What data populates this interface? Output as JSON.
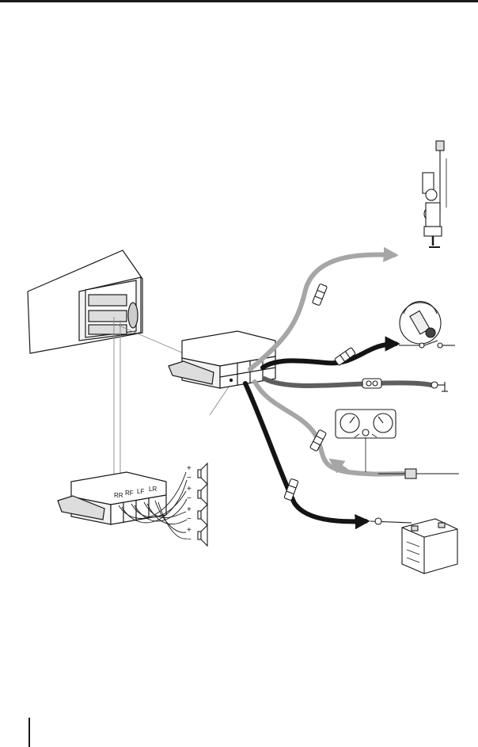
{
  "connector_labels": {
    "rr": "RR",
    "rf": "RF",
    "lf": "LF",
    "lr": "LR"
  },
  "speaker_terminals": {
    "plus": "+",
    "minus": "−"
  },
  "colors": {
    "wire_black": "#141414",
    "wire_dark_gray": "#5e5e5e",
    "wire_light_gray": "#a6a6a6",
    "outline": "#1a1a1a"
  }
}
